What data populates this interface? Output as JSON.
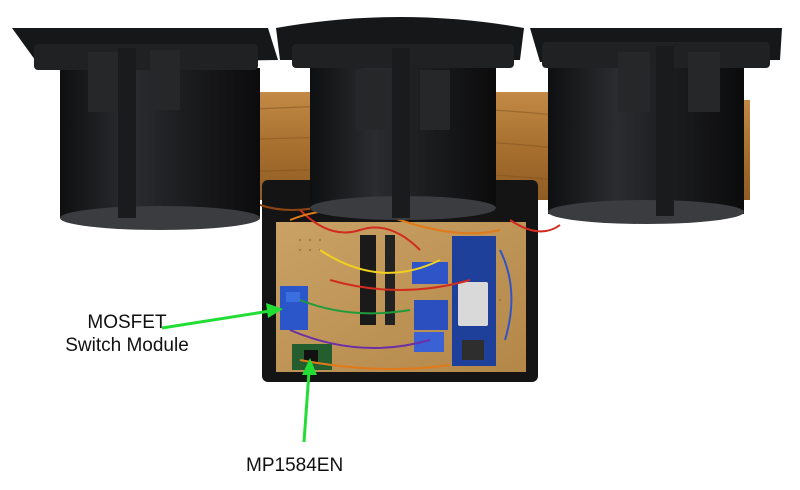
{
  "photo": {
    "subject": "three black cylindrical housings on wood with perfboard electronics",
    "colors": {
      "background": "#ffffff",
      "housing": "#1b1c1e",
      "wood": "#b07a3a",
      "board": "#c49a5c",
      "arrow": "#22dd33"
    }
  },
  "callouts": {
    "mosfet_line1": "MOSFET",
    "mosfet_line2": "Switch Module",
    "mp1584": "MP1584EN"
  }
}
